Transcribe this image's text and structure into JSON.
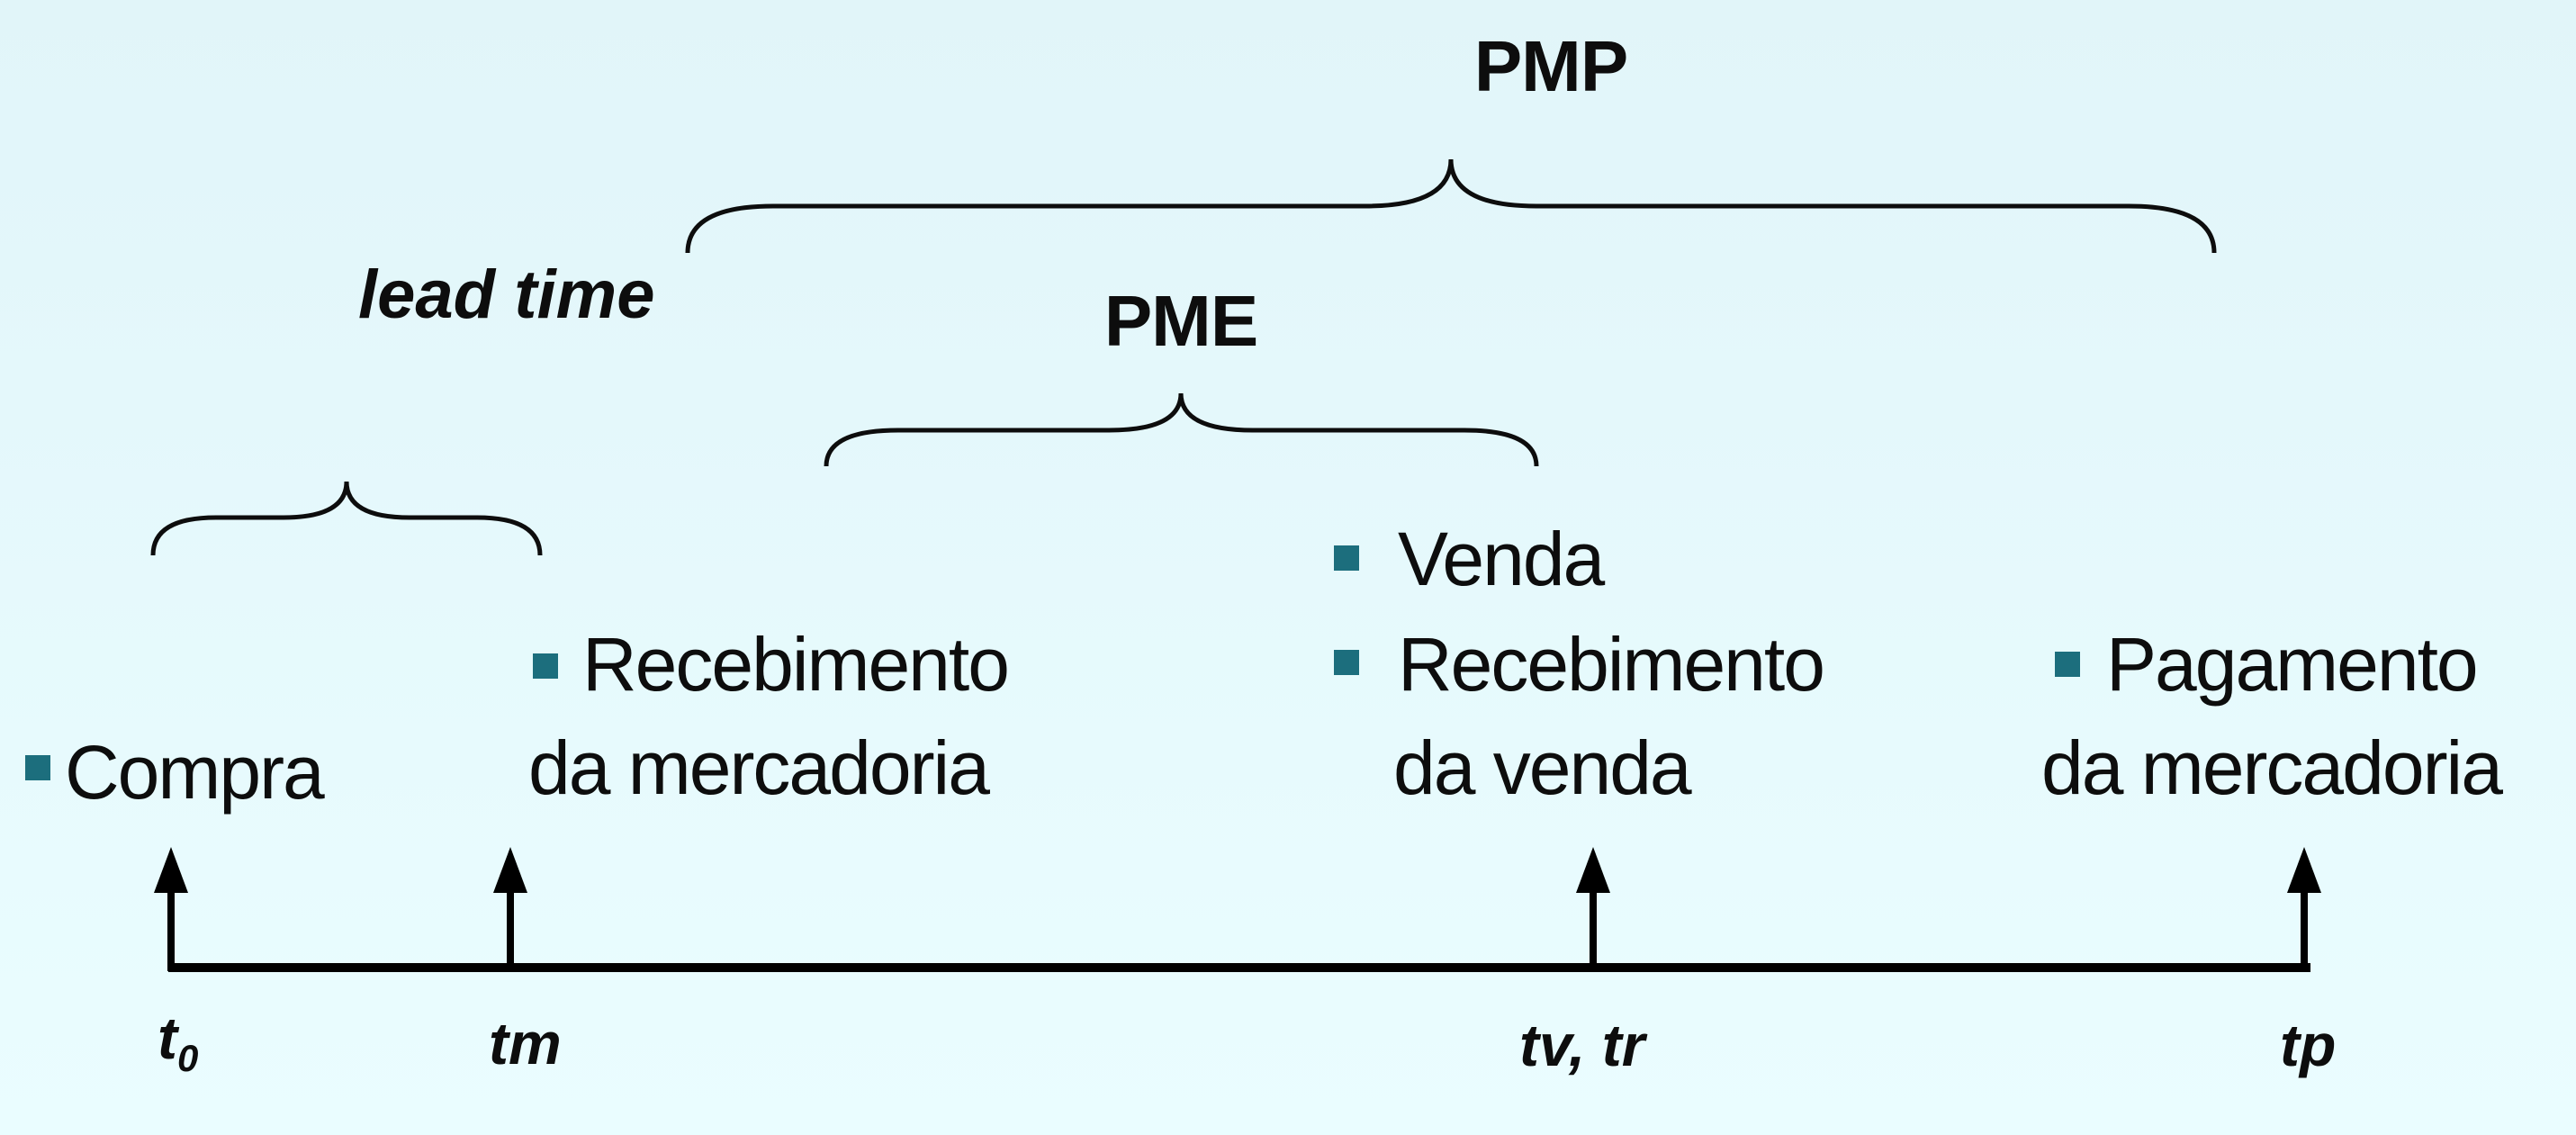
{
  "braces": {
    "pmp": {
      "label": "PMP"
    },
    "pme": {
      "label": "PME"
    },
    "lead_time": {
      "label": "lead time"
    }
  },
  "events": {
    "compra": {
      "text": "Compra"
    },
    "recebimento_mercadoria": {
      "line1": "Recebimento",
      "line2": "da mercadoria"
    },
    "venda": {
      "text": "Venda"
    },
    "recebimento_venda": {
      "line1": "Recebimento",
      "line2": "da venda"
    },
    "pagamento": {
      "line1": "Pagamento",
      "line2": "da mercadoria"
    }
  },
  "timeline": {
    "t0": {
      "base": "t",
      "sub": "0"
    },
    "tm": "tm",
    "tv_tr": "tv, tr",
    "tp": "tp"
  },
  "colors": {
    "background_top": "#e1f5f9",
    "background_bottom": "#eafdff",
    "bullet": "#1c6e7d",
    "ink": "#0d0d0d"
  }
}
